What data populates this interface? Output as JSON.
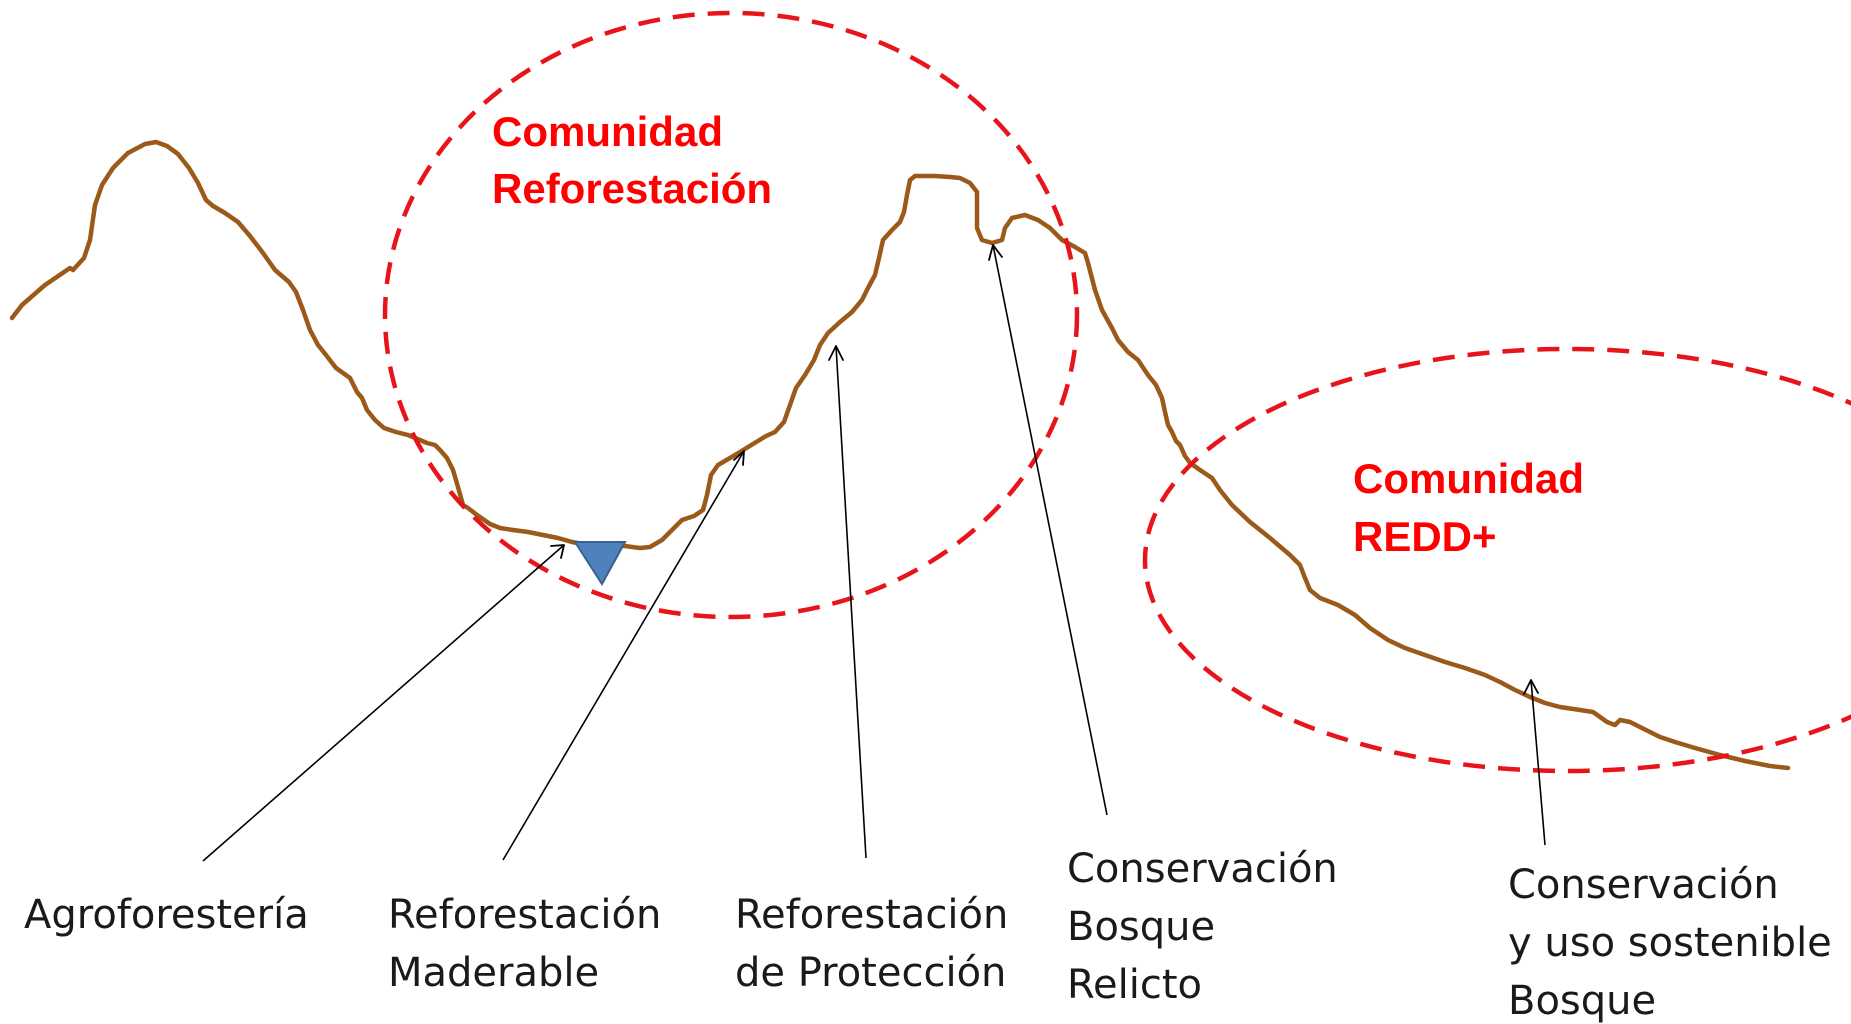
{
  "zones": {
    "reforestation": {
      "line1": "Comunidad",
      "line2": "Reforestación"
    },
    "redd": {
      "line1": "Comunidad",
      "line2": "REDD+"
    }
  },
  "captions": {
    "agroforestry": "Agroforestería",
    "timber": {
      "line1": "Reforestación",
      "line2": "Maderable"
    },
    "protection": {
      "line1": "Reforestación",
      "line2": "de Protección"
    },
    "relict": {
      "line1": "Conservación",
      "line2": "Bosque",
      "line3": "Relicto"
    },
    "sustainable": {
      "line1": "Conservación",
      "line2": "y uso sostenible",
      "line3": "Bosque"
    }
  },
  "colors": {
    "terrain": "#9b5a1a",
    "zone_outline": "#e8141b",
    "zone_text": "#ff0000",
    "water_marker": "#4f81bd"
  },
  "icons": {
    "water_marker": "down-triangle"
  }
}
